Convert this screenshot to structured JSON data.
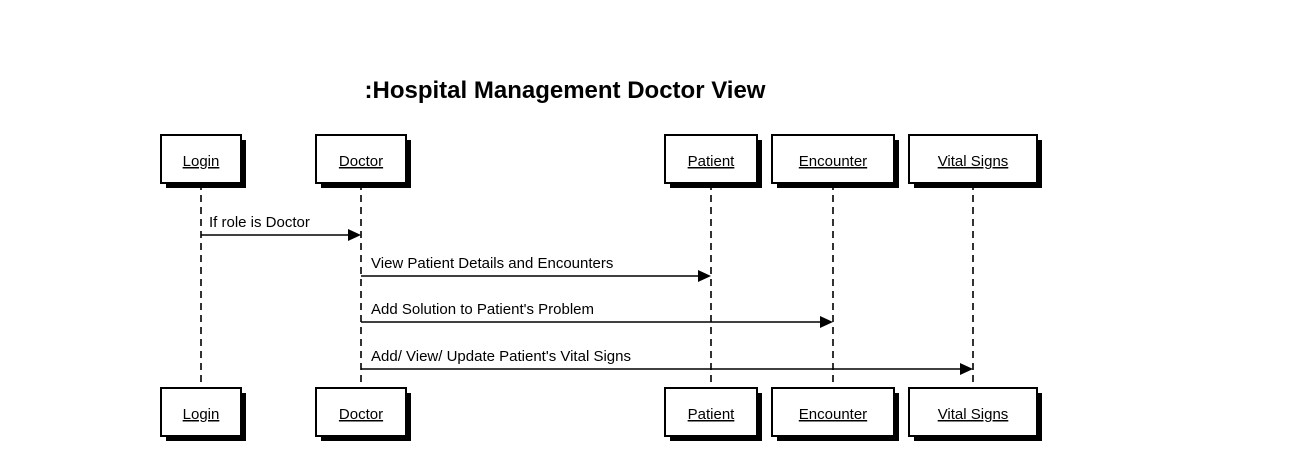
{
  "diagram": {
    "type": "uml-sequence-diagram",
    "title": ":Hospital Management Doctor View",
    "colors": {
      "background": "#ffffff",
      "line": "#000000",
      "box_fill": "#ffffff",
      "box_shadow": "#000000",
      "text": "#000000"
    },
    "actors": [
      {
        "label": "Login"
      },
      {
        "label": "Doctor"
      },
      {
        "label": "Patient"
      },
      {
        "label": "Encounter"
      },
      {
        "label": "Vital Signs"
      }
    ],
    "messages": [
      {
        "label": "If role is Doctor",
        "from": "Login",
        "to": "Doctor"
      },
      {
        "label": "View Patient Details and Encounters",
        "from": "Doctor",
        "to": "Patient"
      },
      {
        "label": "Add Solution to Patient's Problem",
        "from": "Doctor",
        "to": "Encounter"
      },
      {
        "label": "Add/ View/ Update Patient's Vital Signs",
        "from": "Doctor",
        "to": "Vital Signs"
      }
    ]
  }
}
